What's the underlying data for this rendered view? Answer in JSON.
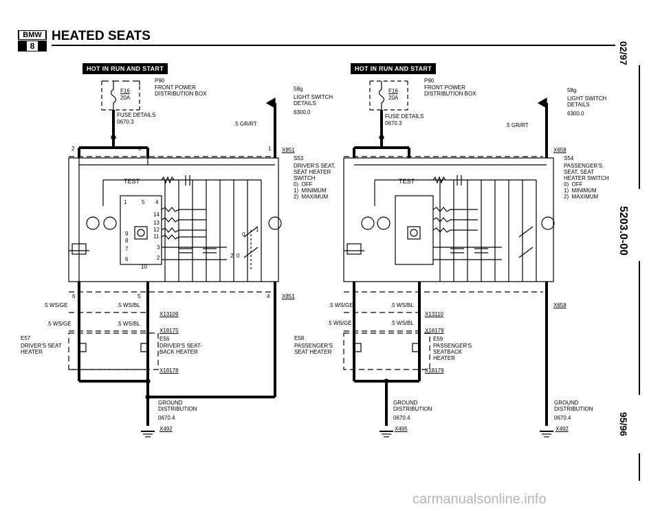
{
  "header": {
    "title": "HEATED SEATS",
    "logo_text": "BMW",
    "logo_series": "8"
  },
  "side": {
    "date": "02/97",
    "doc": "5203.0-00",
    "year": "95/96"
  },
  "watermark": "carmanualsonline.info",
  "left": {
    "hot_label": "HOT IN RUN AND START",
    "fuse_box": "P90",
    "fuse_box_desc": "FRONT POWER\nDISTRIBUTION BOX",
    "fuse_id": "F16",
    "fuse_amp": "20A",
    "fuse_details": "FUSE DETAILS",
    "fuse_page": "0670.3",
    "light_code": "58g",
    "light_desc": "LIGHT SWITCH\nDETAILS",
    "light_page": "6300.0",
    "wire_gr": ".5 GR/RT",
    "pin2": "2",
    "pin3": "3",
    "pin1": "1",
    "conn_top": "X851",
    "switch_code": "S53",
    "switch_desc": "DRIVER'S SEAT,\nSEAT HEATER\nSWITCH\n0)  OFF\n1)  MINIMUM\n2)  MAXIMUM",
    "test": "TEST",
    "nums": [
      "1",
      "5",
      "4",
      "14",
      "13",
      "12",
      "11",
      "9",
      "8",
      "7",
      "6",
      "3",
      "2",
      "10",
      "0",
      "2",
      "0",
      "1"
    ],
    "pin6": "6",
    "pin5": "5",
    "pin4": "4",
    "conn_bottom": "X851",
    "wire1": ".5 WS/GE",
    "wire2": ".5 WS/BL",
    "wire3": ".5 WS/GE",
    "wire4": ".5 WS/BL",
    "conn_a": "X13109",
    "conn_b": "X18175",
    "heater_code": "E57",
    "heater_desc": "DRIVER'S SEAT\nHEATER",
    "back_code": "E56",
    "back_desc": "DRIVER'S SEAT-\nBACK HEATER",
    "conn_c": "X18178",
    "ground": "GROUND\nDISTRIBUTION",
    "ground_page": "0670.4",
    "ground_conn": "X492"
  },
  "right": {
    "hot_label": "HOT IN RUN AND START",
    "fuse_box": "P90",
    "fuse_box_desc": "FRONT POWER\nDISTRIBUTION BOX",
    "fuse_id": "F16",
    "fuse_amp": "20A",
    "fuse_details": "FUSE DETAILS",
    "fuse_page": "0670.3",
    "light_code": "58g",
    "light_desc": "LIGHT SWITCH\nDETAILS",
    "light_page": "6300.0",
    "wire_gr": ".5 GR/RT",
    "conn_top": "X658",
    "switch_code": "S54",
    "switch_desc": "PASSENGER'S\nSEAT, SEAT\nHEATER SWITCH\n0)  OFF\n1)  MINIMUM\n2)  MAXIMUM",
    "test": "TEST",
    "conn_bottom": "X658",
    "wire1": ".5 WS/GE",
    "wire2": ".5 WS/BL",
    "wire3": ".5 WS/GE",
    "wire4": ".5 WS/BL",
    "conn_a": "X13110",
    "conn_b": "X18179",
    "heater_code": "E58",
    "heater_desc": "PASSENGER'S\nSEAT HEATER",
    "back_code": "E59",
    "back_desc": "PASSENGER'S\nSEATBACK\nHEATER",
    "conn_c": "X18179",
    "ground1": "GROUND\nDISTRIBUTION",
    "ground1_page": "0670.4",
    "ground1_conn": "X495",
    "ground2": "GROUND\nDISTRIBUTION",
    "ground2_page": "0670.4",
    "ground2_conn": "X492"
  }
}
